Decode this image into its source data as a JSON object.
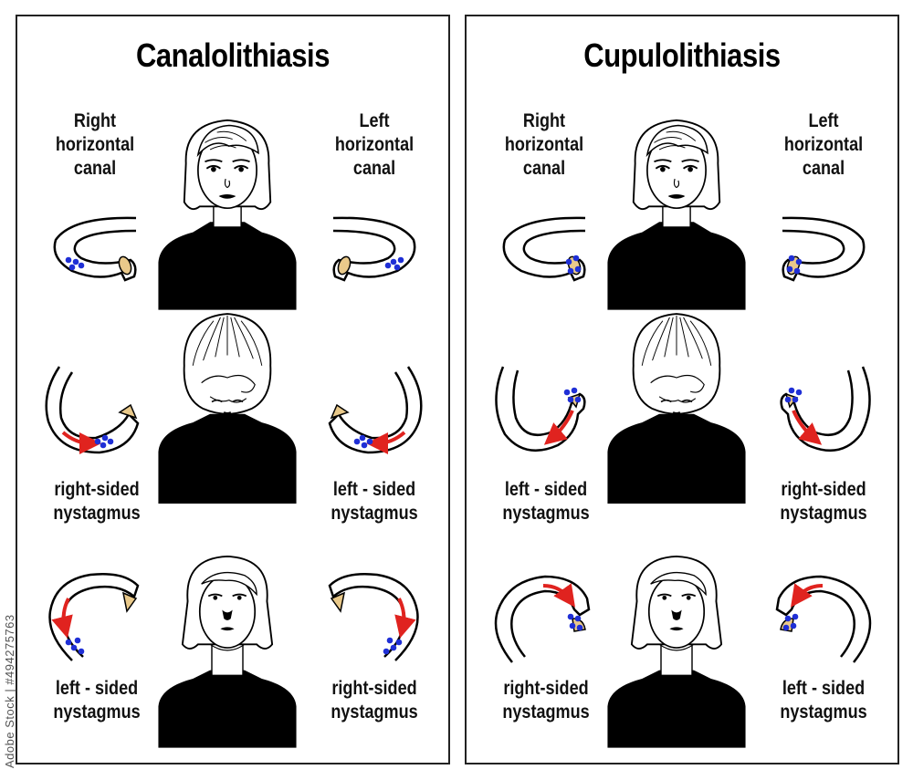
{
  "left_panel": {
    "title": "Canalolithiasis",
    "rows": [
      {
        "left_label": [
          "Right",
          "horizontal",
          "canal"
        ],
        "right_label": [
          "Left",
          "horizontal",
          "canal"
        ]
      },
      {
        "left_label": [
          "right-sided",
          "nystagmus"
        ],
        "right_label": [
          "left - sided",
          "nystagmus"
        ]
      },
      {
        "left_label": [
          "left - sided",
          "nystagmus"
        ],
        "right_label": [
          "right-sided",
          "nystagmus"
        ]
      }
    ]
  },
  "right_panel": {
    "title": "Cupulolithiasis",
    "rows": [
      {
        "left_label": [
          "Right",
          "horizontal",
          "canal"
        ],
        "right_label": [
          "Left",
          "horizontal",
          "canal"
        ]
      },
      {
        "left_label": [
          "left - sided",
          "nystagmus"
        ],
        "right_label": [
          "right-sided",
          "nystagmus"
        ]
      },
      {
        "left_label": [
          "right-sided",
          "nystagmus"
        ],
        "right_label": [
          "left - sided",
          "nystagmus"
        ]
      }
    ]
  },
  "watermark": "Adobe Stock | #494275763",
  "colors": {
    "otolith_dots": "#1f2fd6",
    "arrow": "#e0231f",
    "cupula": "#e9c98a",
    "silhouette": "#000000",
    "frame": "#222222"
  }
}
